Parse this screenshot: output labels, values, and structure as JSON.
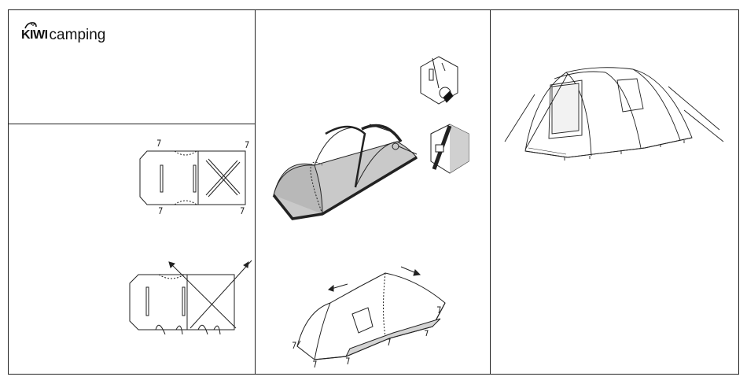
{
  "brand": {
    "mark": "KIWI",
    "word": "camping"
  },
  "illustrations": {
    "panel_left_top": "tent-footprint-diagram",
    "panel_left_bottom": "tent-footprint-pole-diagram",
    "panel_middle_top": "tent-inner-pole-assembly",
    "panel_middle_bottom": "tent-flysheet-tensioning",
    "panel_right": "tent-pitched-complete"
  }
}
